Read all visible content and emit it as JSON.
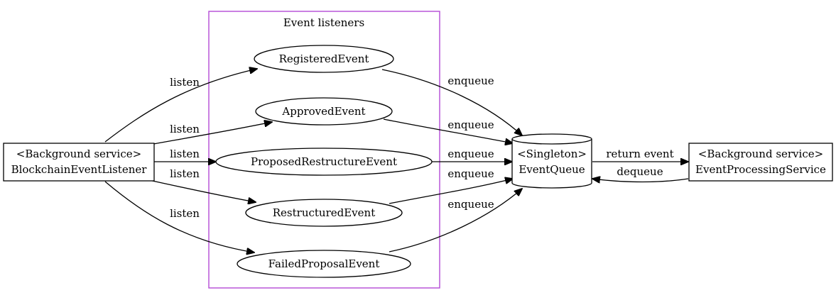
{
  "cluster": {
    "title": "Event listeners",
    "border_color": "#b44ad6"
  },
  "nodes": {
    "blockchain_listener": {
      "stereotype": "<Background service>",
      "name": "BlockchainEventListener"
    },
    "registered_event": {
      "label": "RegisteredEvent"
    },
    "approved_event": {
      "label": "ApprovedEvent"
    },
    "proposed_restructure_event": {
      "label": "ProposedRestructureEvent"
    },
    "restructured_event": {
      "label": "RestructuredEvent"
    },
    "failed_proposal_event": {
      "label": "FailedProposalEvent"
    },
    "event_queue": {
      "stereotype": "<Singleton>",
      "name": "EventQueue"
    },
    "event_processing_service": {
      "stereotype": "<Background service>",
      "name": "EventProcessingService"
    }
  },
  "edges": {
    "listen_registered": "listen",
    "listen_approved": "listen",
    "listen_proposed": "listen",
    "listen_restructured": "listen",
    "listen_failed": "listen",
    "enqueue_registered": "enqueue",
    "enqueue_approved": "enqueue",
    "enqueue_proposed": "enqueue",
    "enqueue_restructured": "enqueue",
    "enqueue_failed": "enqueue",
    "return_event": "return event",
    "dequeue": "dequeue"
  }
}
